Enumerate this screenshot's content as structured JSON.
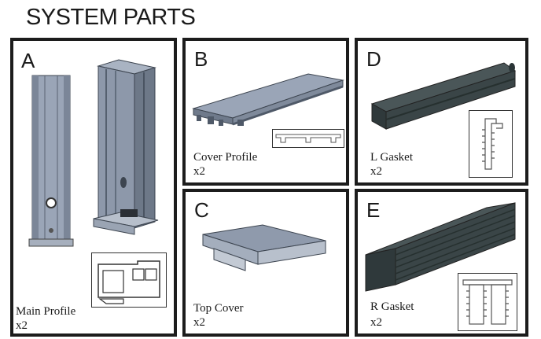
{
  "title": "SYSTEM PARTS",
  "parts": [
    {
      "letter": "A",
      "name": "Main Profile",
      "qty": "x2"
    },
    {
      "letter": "B",
      "name": "Cover Profile",
      "qty": "x2"
    },
    {
      "letter": "C",
      "name": "Top Cover",
      "qty": "x2"
    },
    {
      "letter": "D",
      "name": "L Gasket",
      "qty": "x2"
    },
    {
      "letter": "E",
      "name": "R Gasket",
      "qty": "x2"
    }
  ],
  "colors": {
    "profile": "#8f9aac",
    "profile_dark": "#4f5968",
    "gasket": "#3a4547",
    "border": "#1c1c1c"
  }
}
